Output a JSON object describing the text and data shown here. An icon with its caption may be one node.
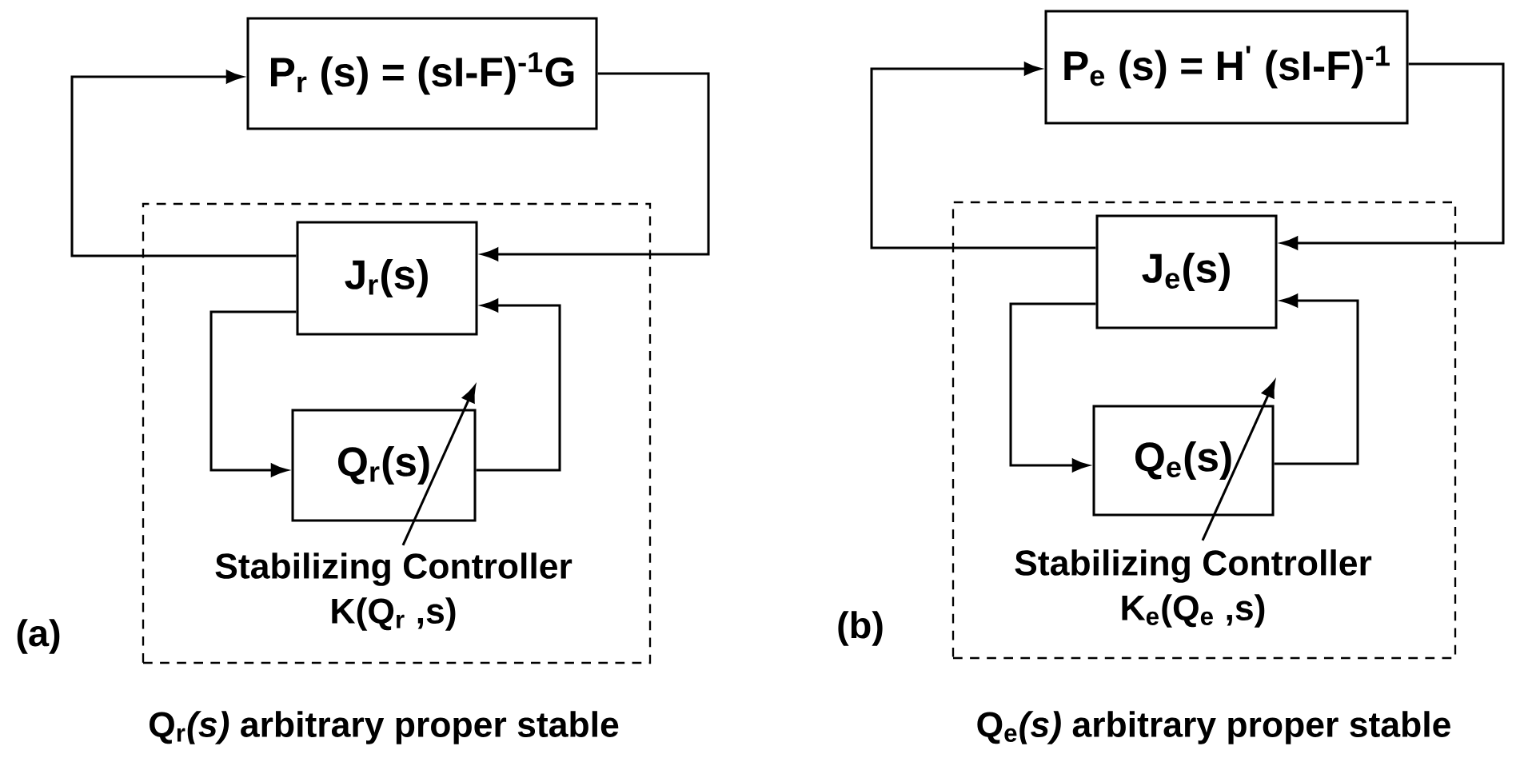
{
  "diagram": {
    "nodes": [
      {
        "text": [
          "Stabilizing Controller",
          "K(Q$_{r}$ ,s)"
        ]
      },
      {
        "text": [
          "P$_{r}$ (s) = (sI-F)$^{-1}$G"
        ]
      },
      {
        "text": [
          "J$_{r}$(s)"
        ],
        "in": 0
      },
      {
        "text": [
          "Q$_{r}$(s)"
        ],
        "in": 0
      },
      {
        "text": [
          "Stabilizing Controller",
          "K$_{e}$(Q$_{e}$ ,s)"
        ]
      },
      {
        "text": [
          "P$_{e}$ (s) = H$^{'}$ (sI-F)$^{-1}$"
        ]
      },
      {
        "text": [
          "J$_{e}$(s)"
        ],
        "in": 4
      },
      {
        "text": [
          "Q$_{e}$(s)"
        ],
        "in": 4
      }
    ],
    "edges": [
      {
        "from": 1,
        "to": 2,
        "arrow": "to"
      },
      {
        "from": 2,
        "to": 1,
        "arrow": "to"
      },
      {
        "from": 2,
        "to": 3,
        "arrow": "to"
      },
      {
        "from": 3,
        "to": 2,
        "arrow": "to"
      },
      {
        "from": 5,
        "to": 6,
        "arrow": "to"
      },
      {
        "from": 6,
        "to": 5,
        "arrow": "to"
      },
      {
        "from": 6,
        "to": 7,
        "arrow": "to"
      },
      {
        "from": 7,
        "to": 6,
        "arrow": "to"
      }
    ],
    "labels": [
      "(a)",
      "(b)",
      "Q$_{r}$*(s)* arbitrary proper stable",
      "Q$_{e}$*(s)* arbitrary proper stable"
    ]
  }
}
